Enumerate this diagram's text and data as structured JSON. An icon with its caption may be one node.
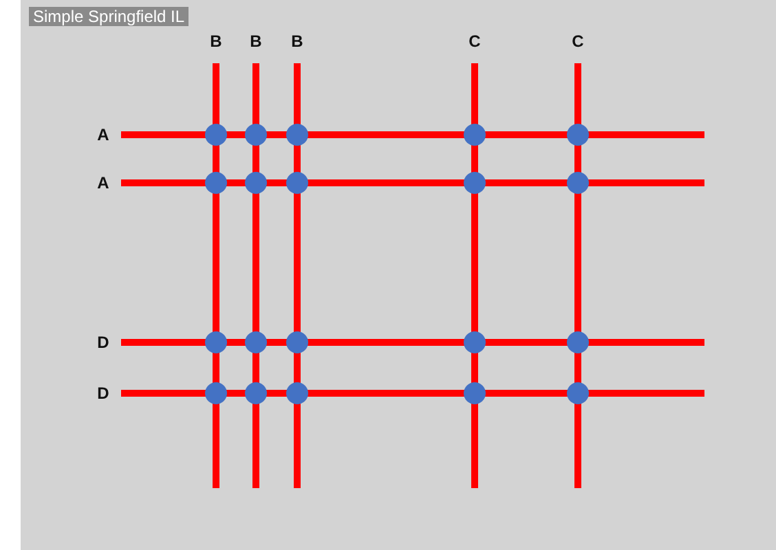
{
  "diagram": {
    "title": "Simple Springfield IL",
    "labels": [
      "B",
      "B",
      "B",
      "C",
      "C",
      "A",
      "A",
      "D",
      "D"
    ]
  }
}
